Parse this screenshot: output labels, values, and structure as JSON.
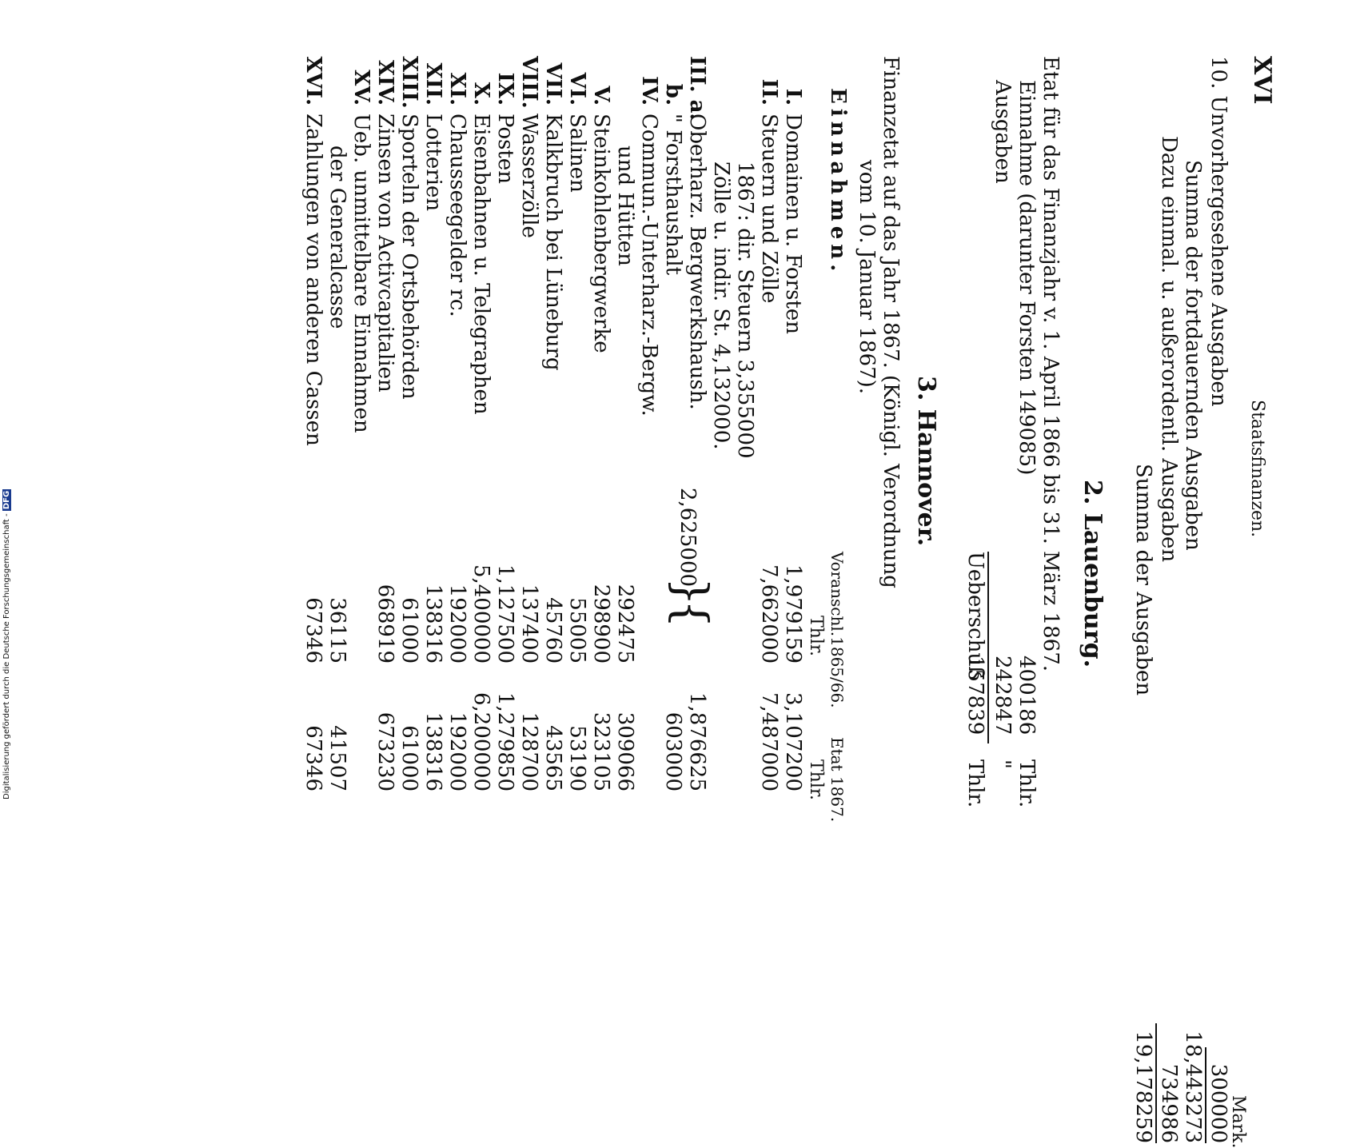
{
  "header": {
    "page_number": "XVI",
    "running_title": "Staatsfinanzen."
  },
  "section_prev": {
    "item_label": "10. Unvorhergesehene Ausgaben",
    "unit_mark": "Mark.",
    "item_value": "300000",
    "sum_fortdauernd_label": "Summa der fortdauernden Ausgaben",
    "sum_fortdauernd_value": "18,443273",
    "einmal_label": "Dazu einmal. u. außerordentl. Ausgaben",
    "einmal_value": "734986",
    "total_label": "Summa der Ausgaben",
    "total_value": "19,178259"
  },
  "lauenburg": {
    "heading": "2. Lauenburg.",
    "line1": "Etat für das Finanzjahr v. 1. April 1866 bis 31. März 1867.",
    "einnahme_label": "Einnahme (darunter Forsten 149085)",
    "einnahme_value": "400186",
    "einnahme_unit": "Thlr.",
    "ausgaben_label": "Ausgaben",
    "ausgaben_value": "242847",
    "ausgaben_unit": "\"",
    "ueberschuss_label": "Ueberschuß",
    "ueberschuss_value": "157839",
    "ueberschuss_unit": "Thlr."
  },
  "hannover": {
    "heading": "3. Hannover.",
    "intro1": "Finanzetat auf das Jahr 1867. (Königl. Verordnung",
    "intro2": "vom 10. Januar 1867).",
    "einnahmen_heading": "Einnahmen.",
    "col1_header": "Voranschl.1865/66.",
    "col2_header": "Etat 1867.",
    "col1_unit": "Thlr.",
    "col2_unit": "Thlr.",
    "rows": [
      {
        "num": "I.",
        "label": "Domainen u. Forsten",
        "v1": "1,979159",
        "v2": "3,107200"
      },
      {
        "num": "II.",
        "label": "Steuern und Zölle",
        "v1": "7,662000",
        "v2": "7,487000"
      },
      {
        "num": "",
        "label": "1867: dir. Steuern 3,355000",
        "v1": "",
        "v2": ""
      },
      {
        "num": "",
        "label": "Zölle u. indir. St. 4,132000.",
        "v1": "",
        "v2": ""
      },
      {
        "num": "III. a.",
        "label": "Oberharz. Bergwerkshaush.",
        "v1": "",
        "v2": "1,876625"
      },
      {
        "num": "b.",
        "label": "\"   Forsthaushalt",
        "v1": "",
        "v2": "603000"
      },
      {
        "num": "IV.",
        "label": "Commun.-Unterharz.-Bergw.",
        "v1": "",
        "v2": ""
      },
      {
        "num": "",
        "label": "und Hütten",
        "v1": "292475",
        "v2": "309066"
      },
      {
        "num": "V.",
        "label": "Steinkohlenbergwerke",
        "v1": "298900",
        "v2": "323105"
      },
      {
        "num": "VI.",
        "label": "Salinen",
        "v1": "55005",
        "v2": "53190"
      },
      {
        "num": "VII.",
        "label": "Kalkbruch bei Lüneburg",
        "v1": "45760",
        "v2": "43565"
      },
      {
        "num": "VIII.",
        "label": "Wasserzölle",
        "v1": "137400",
        "v2": "128700"
      },
      {
        "num": "IX.",
        "label": "Posten",
        "v1": "1,127500",
        "v2": "1,279850"
      },
      {
        "num": "X.",
        "label": "Eisenbahnen u. Telegraphen",
        "v1": "5,400000",
        "v2": "6,200000"
      },
      {
        "num": "XI.",
        "label": "Chausseegelder rc.",
        "v1": "192000",
        "v2": "192000"
      },
      {
        "num": "XII.",
        "label": "Lotterien",
        "v1": "138316",
        "v2": "138316"
      },
      {
        "num": "XIII.",
        "label": "Sporteln der Ortsbehörden",
        "v1": "61000",
        "v2": "61000"
      },
      {
        "num": "XIV.",
        "label": "Zinsen von Activcapitalien",
        "v1": "668919",
        "v2": "673230"
      },
      {
        "num": "XV.",
        "label": "Ueb. unmittelbare Einnahmen",
        "v1": "",
        "v2": ""
      },
      {
        "num": "",
        "label": "der Generalcasse",
        "v1": "36115",
        "v2": "41507"
      },
      {
        "num": "XVI.",
        "label": "Zahlungen von anderen Cassen",
        "v1": "67346",
        "v2": "67346"
      }
    ],
    "bracket_value": "2,625000"
  },
  "footer_credit": "Digitalisierung gefördert durch die Deutsche Forschungsgemeinschaft -",
  "footer_logo": "DFG"
}
